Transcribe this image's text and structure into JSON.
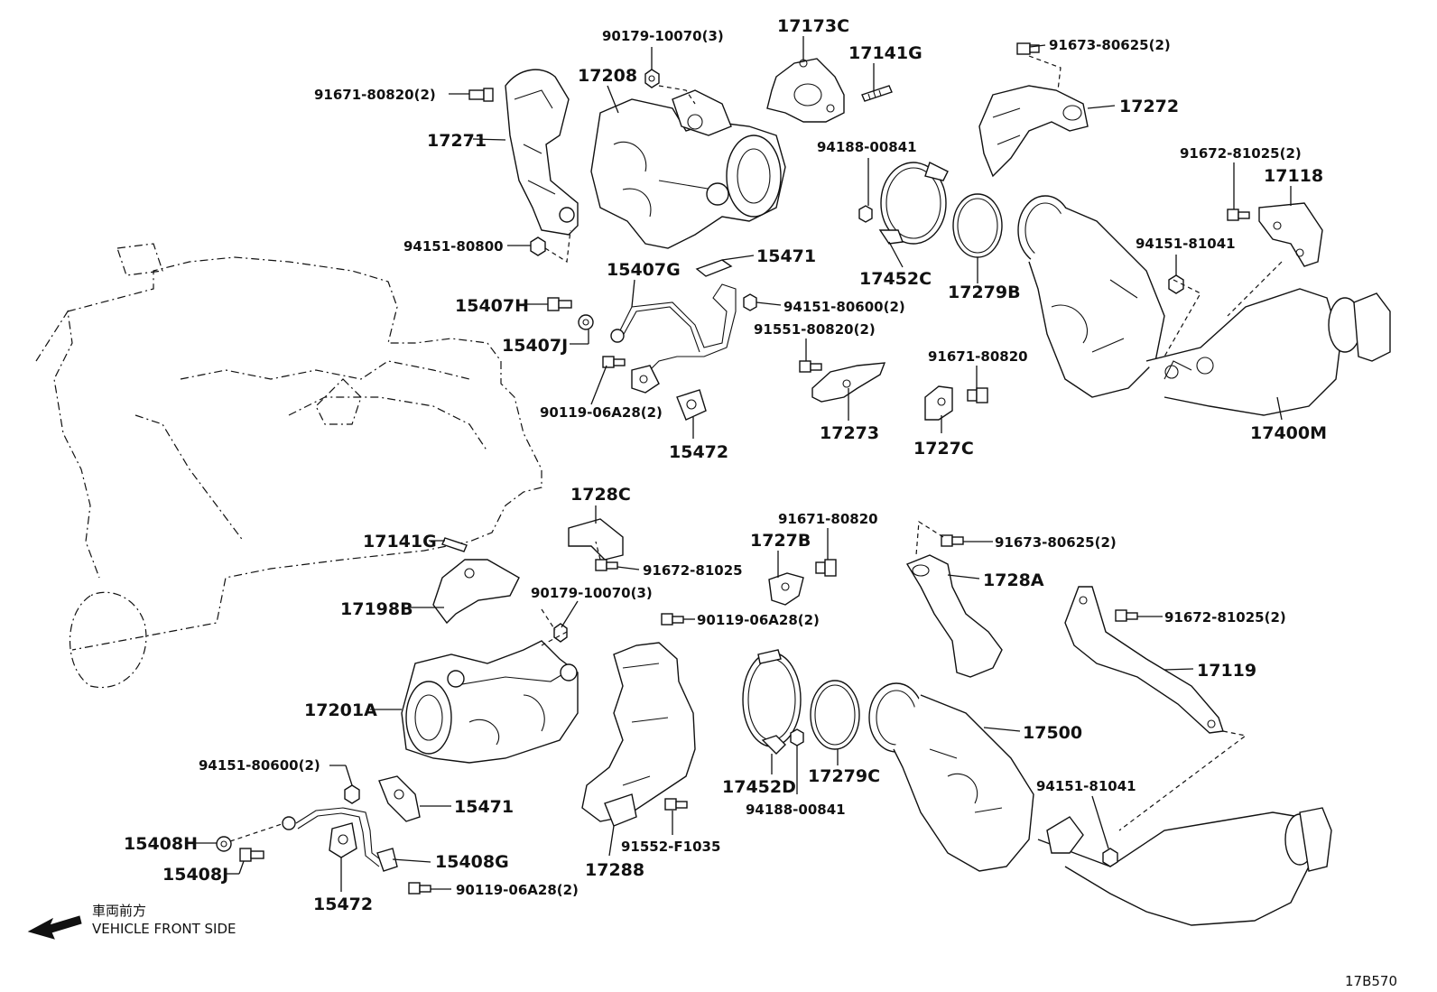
{
  "diagram": {
    "code": "17B570",
    "direction_note": {
      "japanese": "車両前方",
      "english": "VEHICLE FRONT SIDE"
    },
    "labels": {
      "p90179_10070_3_top": "90179-10070(3)",
      "p17173C": "17173C",
      "p91673_80625_2_top": "91673-80625(2)",
      "p17208": "17208",
      "p17141G_top": "17141G",
      "p91671_80820_2": "91671-80820(2)",
      "p17272": "17272",
      "p17271": "17271",
      "p94188_00841_top": "94188-00841",
      "p91672_81025_2_top": "91672-81025(2)",
      "p17118": "17118",
      "p94151_81041_top": "94151-81041",
      "p94151_80800": "94151-80800",
      "p15471_top": "15471",
      "p15407G": "15407G",
      "p17452C": "17452C",
      "p17279B": "17279B",
      "p15407H": "15407H",
      "p94151_80600_2_top": "94151-80600(2)",
      "p91551_80820_2": "91551-80820(2)",
      "p15407J": "15407J",
      "p91671_80820_top": "91671-80820",
      "p90119_06A28_2_top": "90119-06A28(2)",
      "p17273": "17273",
      "p17400M": "17400M",
      "p1727C": "1727C",
      "p15472_top": "15472",
      "p1728C": "1728C",
      "p91671_80820_mid": "91671-80820",
      "p1727B": "1727B",
      "p91673_80625_2_mid": "91673-80625(2)",
      "p17141G_mid": "17141G",
      "p91672_81025": "91672-81025",
      "p1728A": "1728A",
      "p90179_10070_3_mid": "90179-10070(3)",
      "p17198B": "17198B",
      "p90119_06A28_2_mid": "90119-06A28(2)",
      "p91672_81025_2_mid": "91672-81025(2)",
      "p17119": "17119",
      "p17201A": "17201A",
      "p17500": "17500",
      "p94151_80600_2_bot": "94151-80600(2)",
      "p15471_bot": "15471",
      "p17452D": "17452D",
      "p17279C": "17279C",
      "p94151_81041_bot": "94151-81041",
      "p15408H": "15408H",
      "p15408G": "15408G",
      "p94188_00841_bot": "94188-00841",
      "p91552_F1035": "91552-F1035",
      "p15408J": "15408J",
      "p17288": "17288",
      "p15472_bot": "15472",
      "p90119_06A28_2_bot": "90119-06A28(2)"
    }
  }
}
